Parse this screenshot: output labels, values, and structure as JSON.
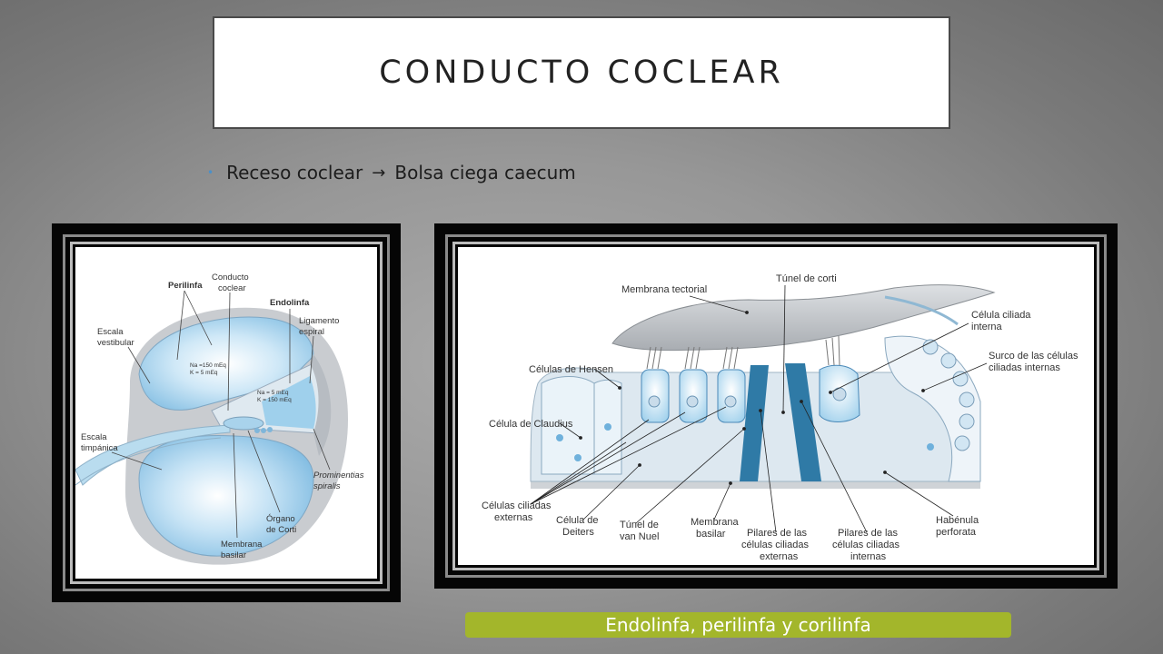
{
  "slide": {
    "title": "CONDUCTO COCLEAR",
    "bullet": {
      "before": "Receso coclear",
      "arrow": "→",
      "after": "Bolsa ciega caecum"
    },
    "footer": "Endolinfa, perilinfa y corilinfa"
  },
  "left_figure": {
    "labels": {
      "perilinfa": "Perilinfa",
      "conducto_1": "Conducto",
      "conducto_2": "coclear",
      "endolinfa": "Endolinfa",
      "ligamento_1": "Ligamento",
      "ligamento_2": "espiral",
      "escala_v_1": "Escala",
      "escala_v_2": "vestibular",
      "na1": "Na =150 mEq",
      "k1": "K = 5 mEq",
      "na2": "Na = 5 mEq",
      "k2": "K = 150 mEq",
      "escala_t_1": "Escala",
      "escala_t_2": "timpánica",
      "prom_1": "Prominentias",
      "prom_2": "spiralis",
      "organo_1": "Órgano",
      "organo_2": "de Corti",
      "membrana_1": "Membrana",
      "membrana_2": "basilar"
    }
  },
  "right_figure": {
    "labels": {
      "tunel_corti": "Túnel de corti",
      "membrana_tectorial": "Membrana tectorial",
      "celula_ciliada_1": "Célula ciliada",
      "celula_ciliada_2": "interna",
      "surco_1": "Surco de las células",
      "surco_2": "ciliadas internas",
      "hensen": "Células de Hensen",
      "claudius": "Célula de Claudius",
      "cc_externas_1": "Células ciliadas",
      "cc_externas_2": "externas",
      "deiters_1": "Célula de",
      "deiters_2": "Deiters",
      "nuel_1": "Túnel de",
      "nuel_2": "van Nuel",
      "mb_1": "Membrana",
      "mb_2": "basilar",
      "pil_ext_1": "Pilares de las",
      "pil_ext_2": "células  ciliadas",
      "pil_ext_3": "externas",
      "pil_int_1": "Pilares de las",
      "pil_int_2": "células ciliadas",
      "pil_int_3": "internas",
      "habenula_1": "Habénula",
      "habenula_2": "perforata"
    }
  },
  "colors": {
    "accent_bar": "#a3b62b",
    "fluid_blue": "#9fd0ec",
    "tissue_grey": "#c9ccd0"
  }
}
